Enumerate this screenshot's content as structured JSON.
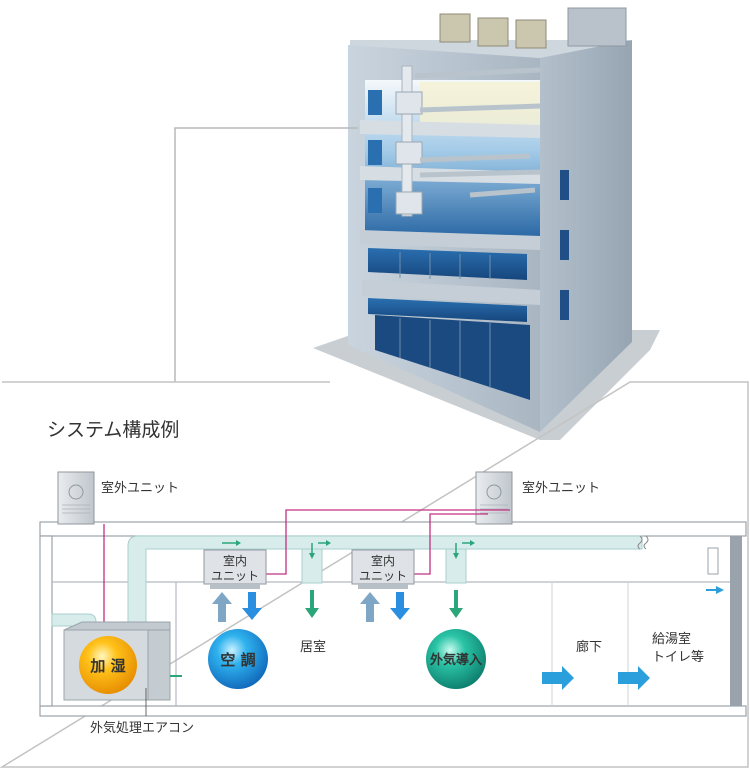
{
  "title": "システム構成例",
  "outdoor_unit_left": "室外ユニット",
  "outdoor_unit_right": "室外ユニット",
  "indoor_unit_1": {
    "line1": "室内",
    "line2": "ユニット"
  },
  "indoor_unit_2": {
    "line1": "室内",
    "line2": "ユニット"
  },
  "humidify": "加 湿",
  "air_conditioning": "空 調",
  "outside_air_intake": "外気導入",
  "living_room": "居室",
  "corridor": "廊下",
  "kitchenette": {
    "line1": "給湯室",
    "line2": "トイレ等"
  },
  "outside_air_unit": "外気処理エアコン",
  "colors": {
    "duct": "#d8eceb",
    "duct_stroke": "#a9cfcc",
    "refrigerant_pipe": "#c2307f",
    "airflow_arrow": "#2a9fdc",
    "return_arrow": "#7fa6c4",
    "green_arrow": "#2aa67a",
    "humidify_orb": "#f0a500",
    "ac_orb": "#1f7fd0",
    "intake_orb": "#1a9a80"
  }
}
